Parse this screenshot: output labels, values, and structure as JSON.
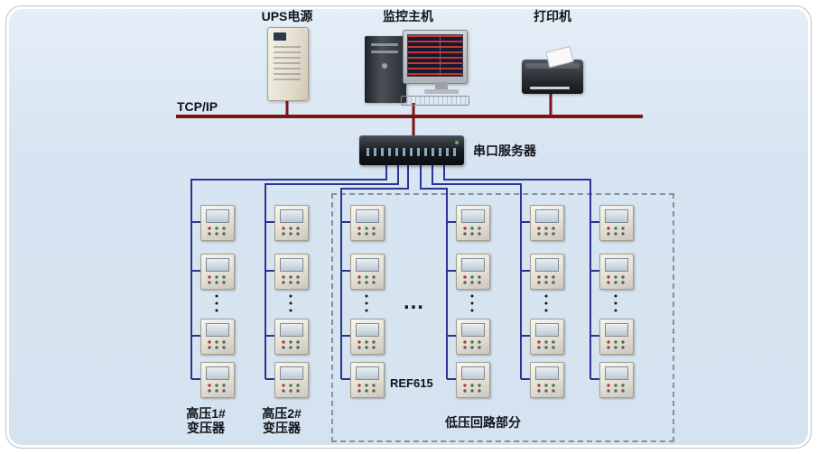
{
  "diagram_meta": {
    "type": "substation-monitoring-topology",
    "colors": {
      "tcp_bus_line": "#7c1416",
      "device_link_line": "#2b3492",
      "panel_background": "#d7e4f1"
    }
  },
  "top_devices": {
    "ups": {
      "label": "UPS电源"
    },
    "host": {
      "label": "监控主机"
    },
    "printer": {
      "label": "打印机"
    }
  },
  "network": {
    "bus_label": "TCP/IP"
  },
  "serial_server": {
    "label": "串口服务器"
  },
  "regions": {
    "hv1": {
      "label": "高压1#\n变压器"
    },
    "hv2": {
      "label": "高压2#\n变压器"
    },
    "lv": {
      "label": "低压回路部分",
      "device_model_label": "REF615"
    }
  },
  "ellipsis": {
    "horizontal": "…"
  },
  "diagram": {
    "columns": [
      {
        "name": "hv1",
        "devices_visible": 4,
        "has_more_indicator": true
      },
      {
        "name": "hv2",
        "devices_visible": 4,
        "has_more_indicator": true
      },
      {
        "name": "lv-1",
        "devices_visible": 4,
        "has_more_indicator": true
      },
      {
        "name": "lv-2",
        "devices_visible": 4,
        "has_more_indicator": true
      },
      {
        "name": "lv-3",
        "devices_visible": 4,
        "has_more_indicator": true
      },
      {
        "name": "lv-4",
        "devices_visible": 4,
        "has_more_indicator": true
      }
    ]
  }
}
